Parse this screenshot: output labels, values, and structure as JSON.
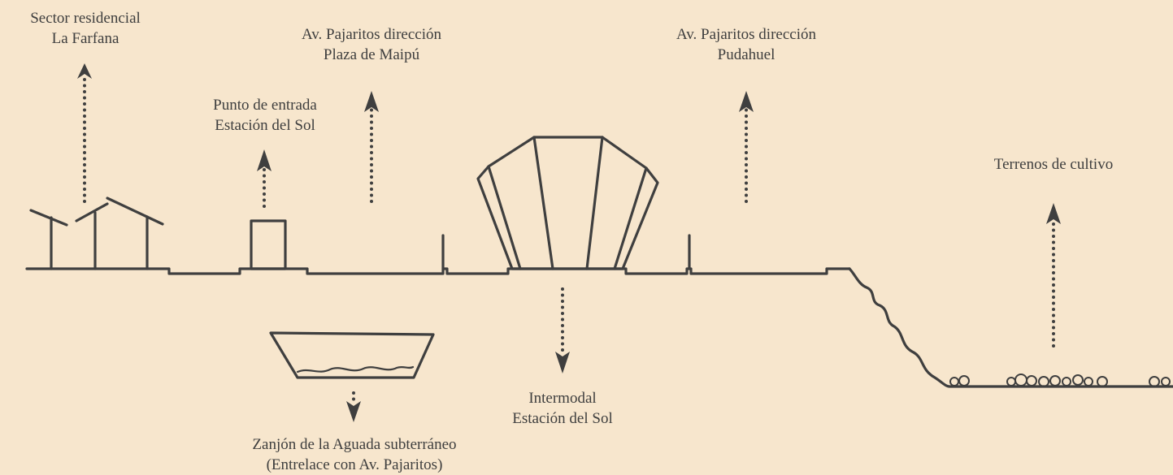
{
  "labels": {
    "farfana": {
      "line1": "Sector residencial",
      "line2": "La Farfana"
    },
    "entrada": {
      "line1": "Punto de entrada",
      "line2": "Estación del Sol"
    },
    "maipu": {
      "line1": "Av. Pajaritos dirección",
      "line2": "Plaza de Maipú"
    },
    "pudahuel": {
      "line1": "Av. Pajaritos dirección",
      "line2": "Pudahuel"
    },
    "cultivo": {
      "line1": "Terrenos de cultivo"
    },
    "intermodal": {
      "line1": "Intermodal",
      "line2": "Estación del Sol"
    },
    "zanjon": {
      "line1": "Zanjón de la Aguada subterráneo",
      "line2": "(Entrelace con Av. Pajaritos)"
    }
  },
  "colors": {
    "background": "#f7e6cd",
    "ink": "#3f3f3f",
    "text": "#3e3e3e"
  }
}
